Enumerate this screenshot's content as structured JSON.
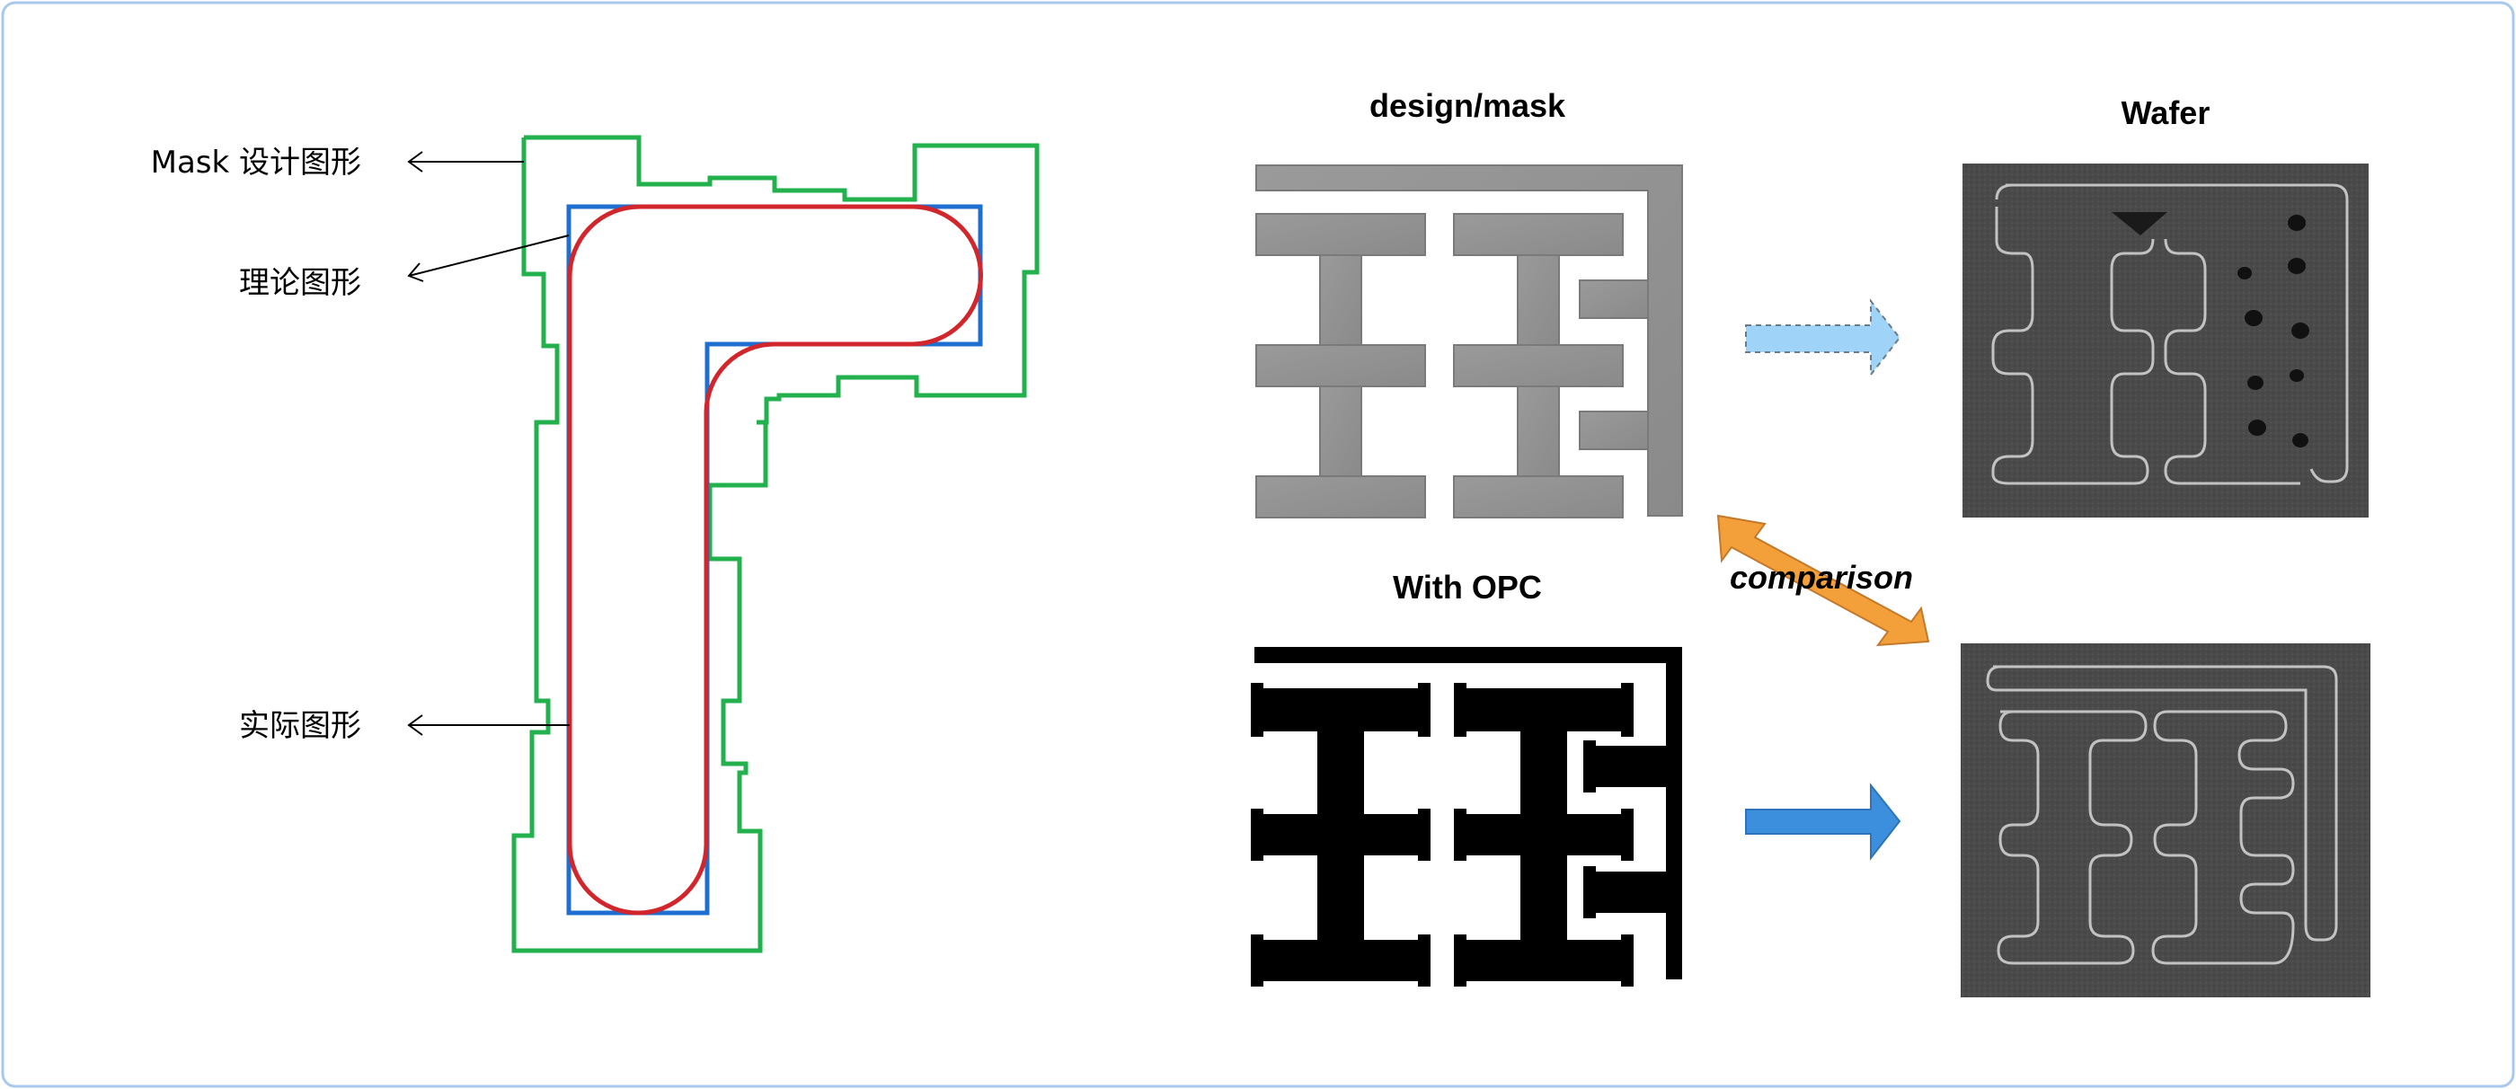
{
  "left_labels": {
    "mask_design": "Mask 设计图形",
    "theoretical": "理论图形",
    "actual": "实际图形"
  },
  "right_titles": {
    "design_mask": "design/mask",
    "wafer": "Wafer",
    "with_opc": "With OPC",
    "comparison": "comparison"
  },
  "colors": {
    "mask_outline": "#22b14c",
    "theory_outline": "#1f6fd1",
    "actual_outline": "#d1262c",
    "frame_border": "#a9c8ee",
    "arrow_light": "#9fd3f7",
    "arrow_blue": "#3b8fdd",
    "arrow_orange": "#f4a03a"
  }
}
